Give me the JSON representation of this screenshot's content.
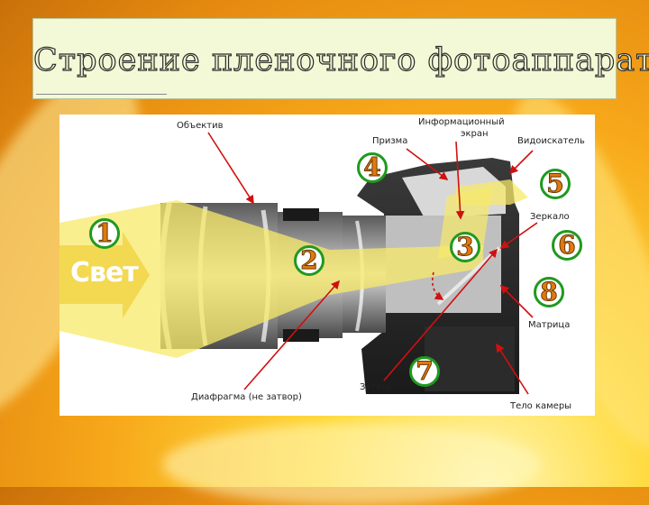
{
  "slide": {
    "title": "Строение пленочного фотоаппарата"
  },
  "diagram": {
    "light_word": "Свет",
    "labels": {
      "lens": "Объектив",
      "info_screen_line1": "Информационный",
      "info_screen_line2": "экран",
      "prism": "Призма",
      "viewfinder": "Видоискатель",
      "mirror": "Зеркало",
      "matrix": "Матрица",
      "aperture": "Диафрагма (не затвор)",
      "shutter": "Затвор",
      "camera_body": "Тело камеры"
    },
    "numbers": [
      "1",
      "2",
      "3",
      "4",
      "5",
      "6",
      "7",
      "8"
    ]
  },
  "colors": {
    "background": "#f7a81a",
    "title_box": "#f3f8d6",
    "arrow_red": "#d01010",
    "light_yellow": "#f7e96a",
    "number_ring": "#1f9a1f",
    "number_fill": "#e07a10"
  }
}
